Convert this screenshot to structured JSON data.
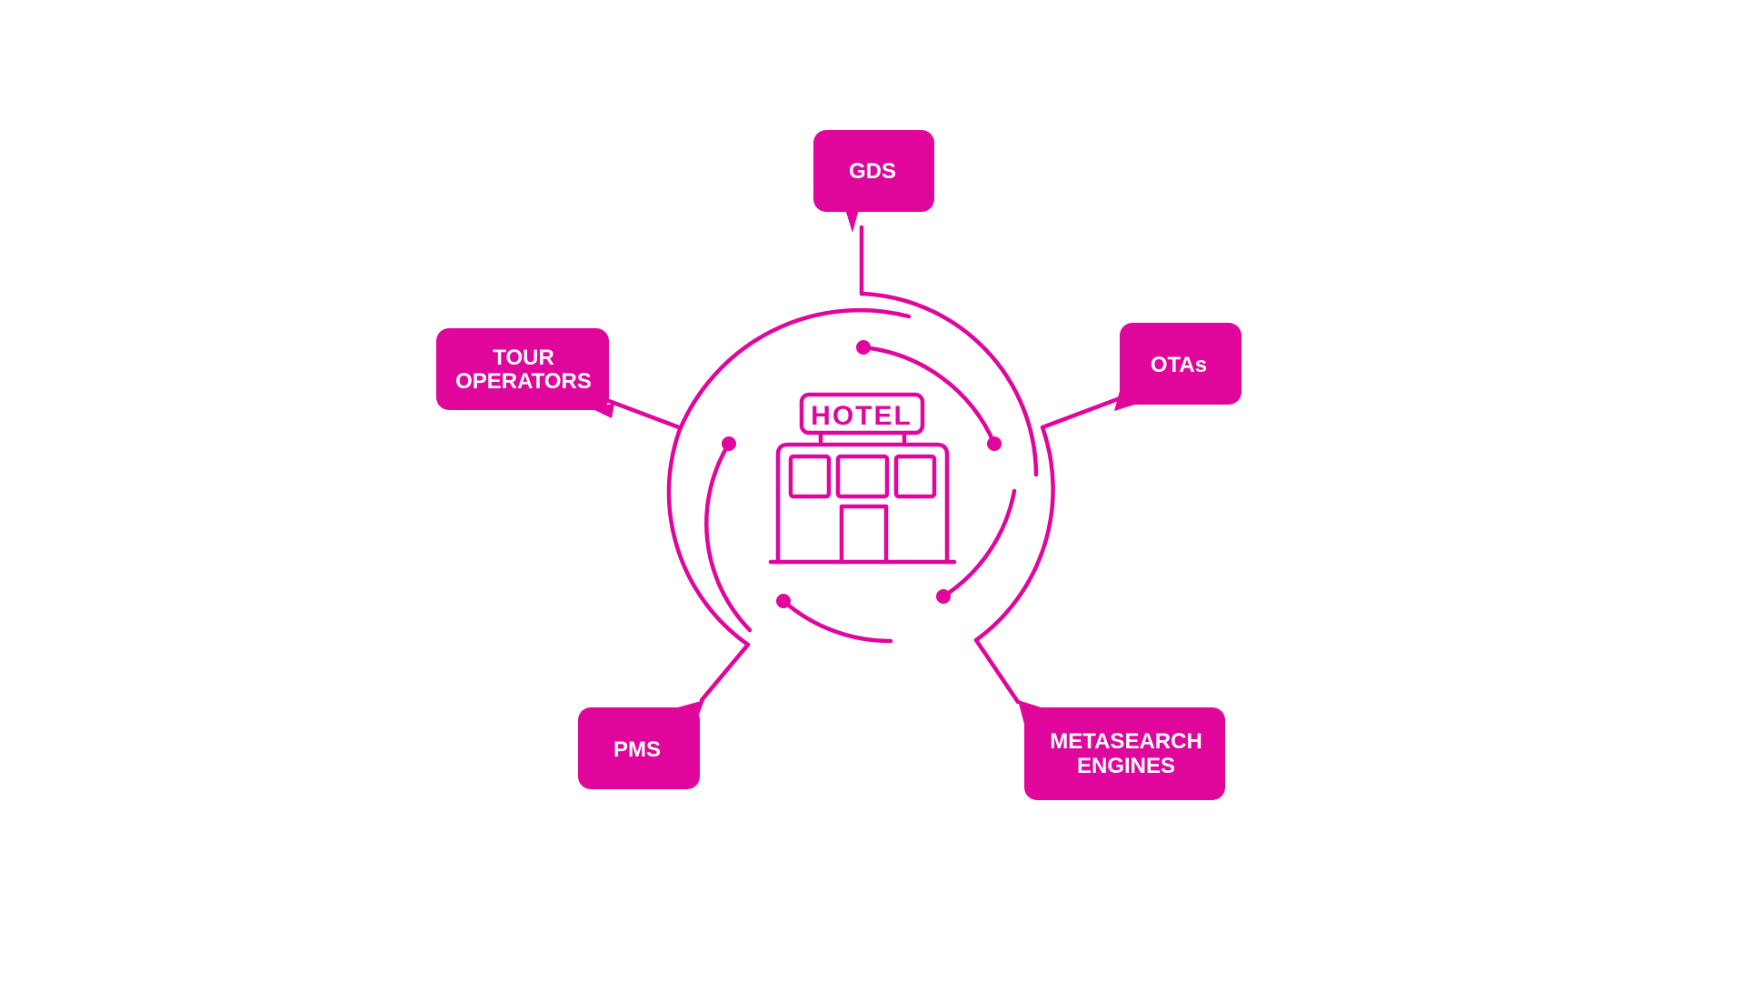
{
  "diagram": {
    "accent": "#e0069c",
    "background": "#ffffff",
    "center": {
      "sign_text": "HOTEL",
      "icon": "hotel-building-icon"
    },
    "nodes": [
      {
        "id": "gds",
        "lines": [
          "GDS"
        ]
      },
      {
        "id": "otas",
        "lines": [
          "OTAs"
        ]
      },
      {
        "id": "metasearch",
        "lines": [
          "METASEARCH",
          "ENGINES"
        ]
      },
      {
        "id": "pms",
        "lines": [
          "PMS"
        ]
      },
      {
        "id": "tour-operators",
        "lines": [
          "TOUR",
          "OPERATORS"
        ]
      }
    ]
  }
}
